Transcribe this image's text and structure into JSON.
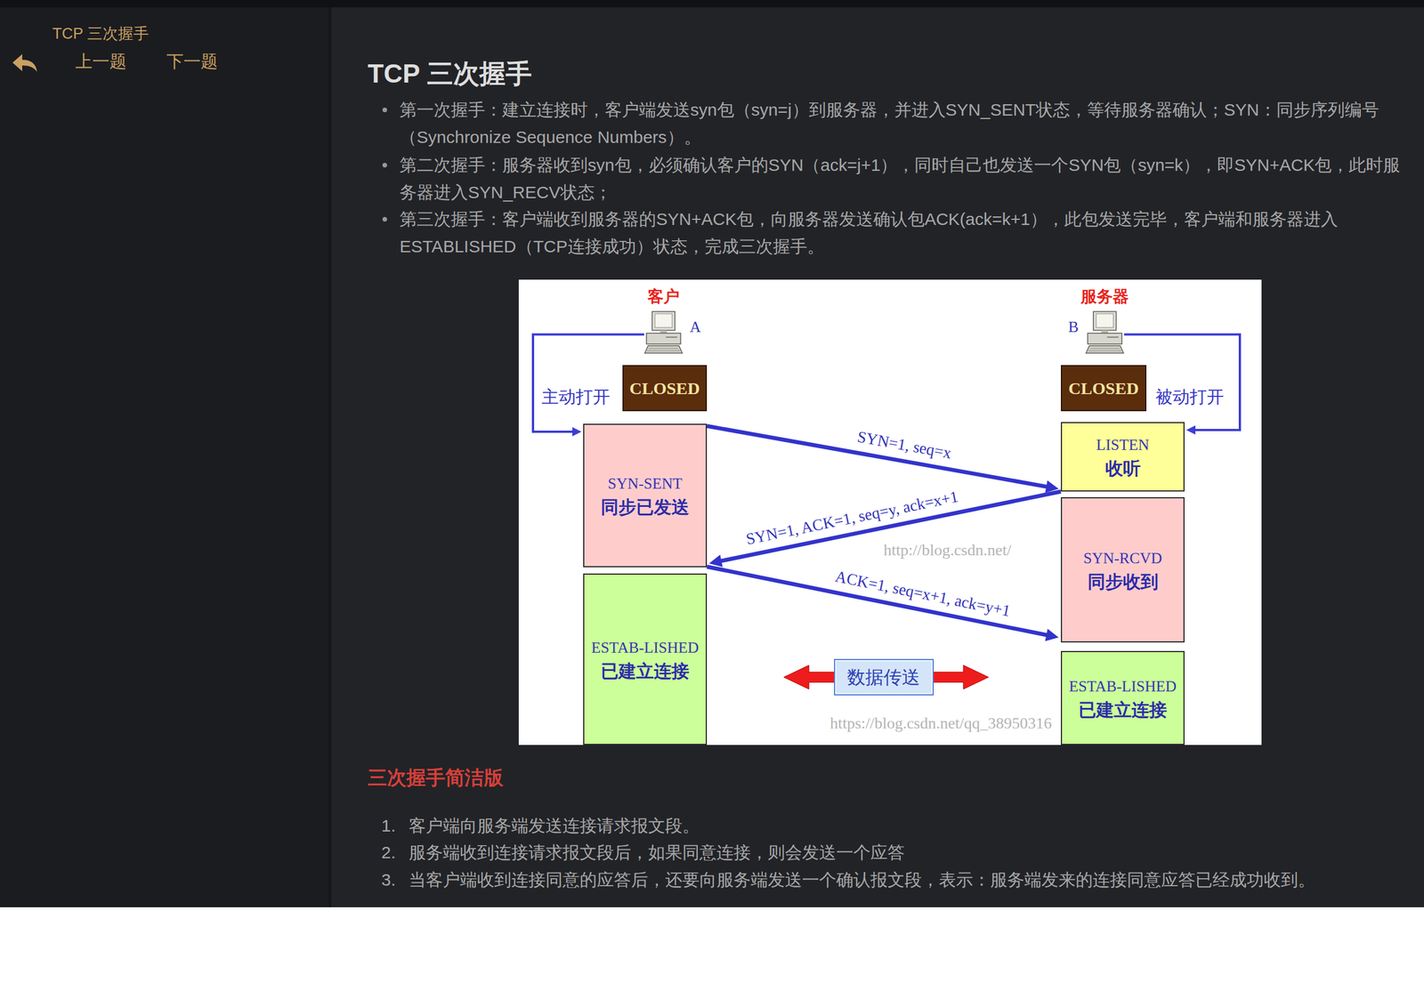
{
  "diagram": {
    "title": "TCP 三次握手",
    "nodes": [
      {
        "text": [
          "客户",
          "A"
        ]
      },
      {
        "text": [
          "服务器",
          "B"
        ]
      },
      {
        "text": [
          "CLOSED"
        ]
      },
      {
        "text": [
          "CLOSED"
        ]
      },
      {
        "text": [
          "SYN-SENT",
          "同步已发送"
        ]
      },
      {
        "text": [
          "LISTEN",
          "收听"
        ]
      },
      {
        "text": [
          "SYN-RCVD",
          "同步收到"
        ]
      },
      {
        "text": [
          "ESTAB-LISHED",
          "已建立连接"
        ]
      },
      {
        "text": [
          "数据传送"
        ]
      },
      {
        "text": [
          "ESTAB-LISHED",
          "已建立连接"
        ]
      }
    ],
    "edges": [
      {
        "from": 0,
        "to": 4,
        "label": "主动打开",
        "arrow": "to"
      },
      {
        "from": 1,
        "to": 5,
        "label": "被动打开",
        "arrow": "to"
      },
      {
        "from": 4,
        "to": 5,
        "label": "SYN=1, seq=x",
        "arrow": "to"
      },
      {
        "from": 5,
        "to": 4,
        "label": "SYN=1, ACK=1, seq=y, ack=x+1",
        "arrow": "to"
      },
      {
        "from": 4,
        "to": 6,
        "label": "ACK=1, seq=x+1, ack=y+1",
        "arrow": "to"
      }
    ],
    "labels": [
      "TCP 三次握手",
      "上一题",
      "下一题",
      "第一次握手：建立连接时，客户端发送syn包（syn=j）到服务器，并进入SYN_SENT状态，等待服务器确认；SYN：同步序列编号（Synchronize Sequence Numbers）。",
      "第二次握手：服务器收到syn包，必须确认客户的SYN（ack=j+1），同时自己也发送一个SYN包（syn=k），即SYN+ACK包，此时服务器进入SYN_RECV状态；",
      "第三次握手：客户端收到服务器的SYN+ACK包，向服务器发送确认包ACK(ack=k+1），此包发送完毕，客户端和服务器进入ESTABLISHED（TCP连接成功）状态，完成三次握手。",
      "http://blog.csdn.net/",
      "https://blog.csdn.net/qq_38950316",
      "三次握手简洁版",
      "1.",
      "客户端向服务端发送连接请求报文段。",
      "2.",
      "服务端收到连接请求报文段后，如果同意连接，则会发送一个应答",
      "3.",
      "当客户端收到连接同意的应答后，还要向服务端发送一个确认报文段，表示：服务端发来的连接同意应答已经成功收到。"
    ]
  }
}
